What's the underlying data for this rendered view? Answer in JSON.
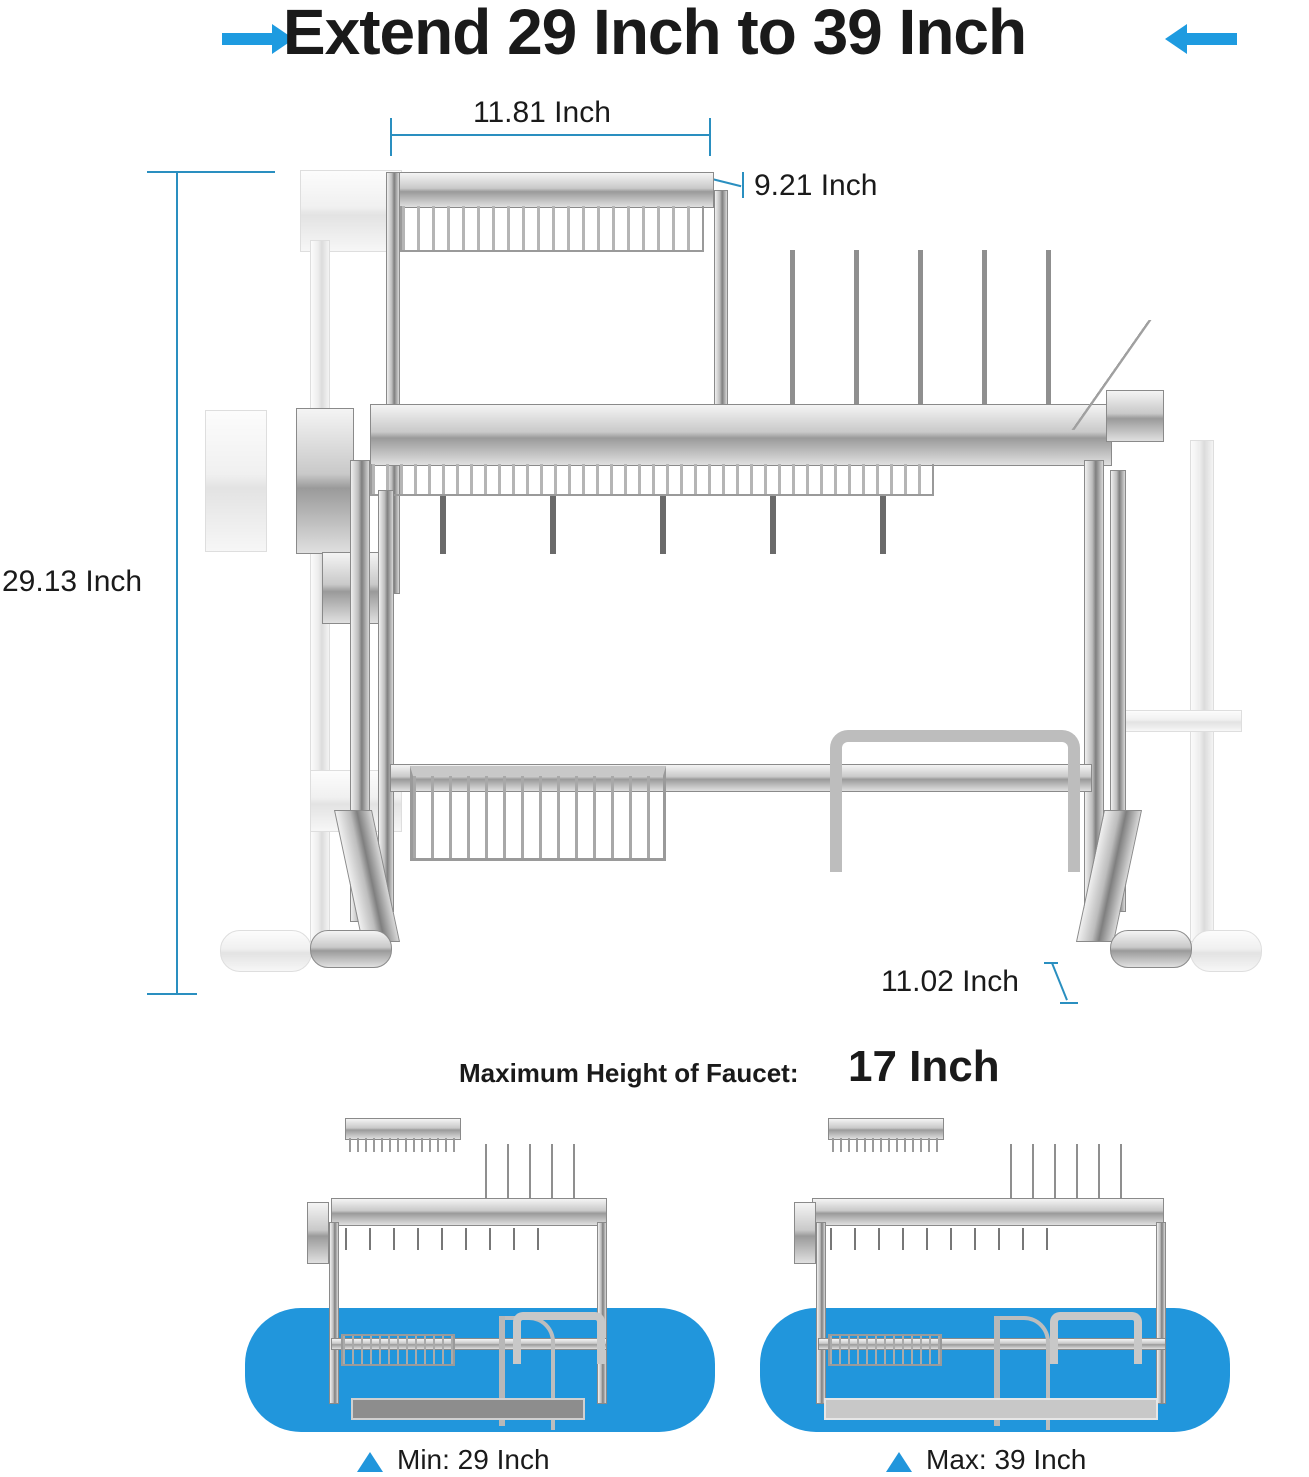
{
  "header": {
    "title": "Extend 29 Inch to 39 Inch",
    "arrow_color": "#1e9be0",
    "left_arrow_icon": "arrow-right-icon",
    "right_arrow_icon": "arrow-left-icon"
  },
  "dimensions": {
    "top_shelf_width": "11.81 Inch",
    "top_shelf_depth": "9.21 Inch",
    "total_height": "29.13 Inch",
    "foot_depth": "11.02 Inch",
    "line_color": "#2a8fc0"
  },
  "faucet": {
    "label": "Maximum Height of Faucet:",
    "value": "17 Inch"
  },
  "variants": [
    {
      "caption": "Min: 29 Inch",
      "icon": "triangle-up-icon",
      "background": "#2196dc"
    },
    {
      "caption": "Max: 39 Inch",
      "icon": "triangle-up-icon",
      "background": "#2196dc"
    }
  ]
}
